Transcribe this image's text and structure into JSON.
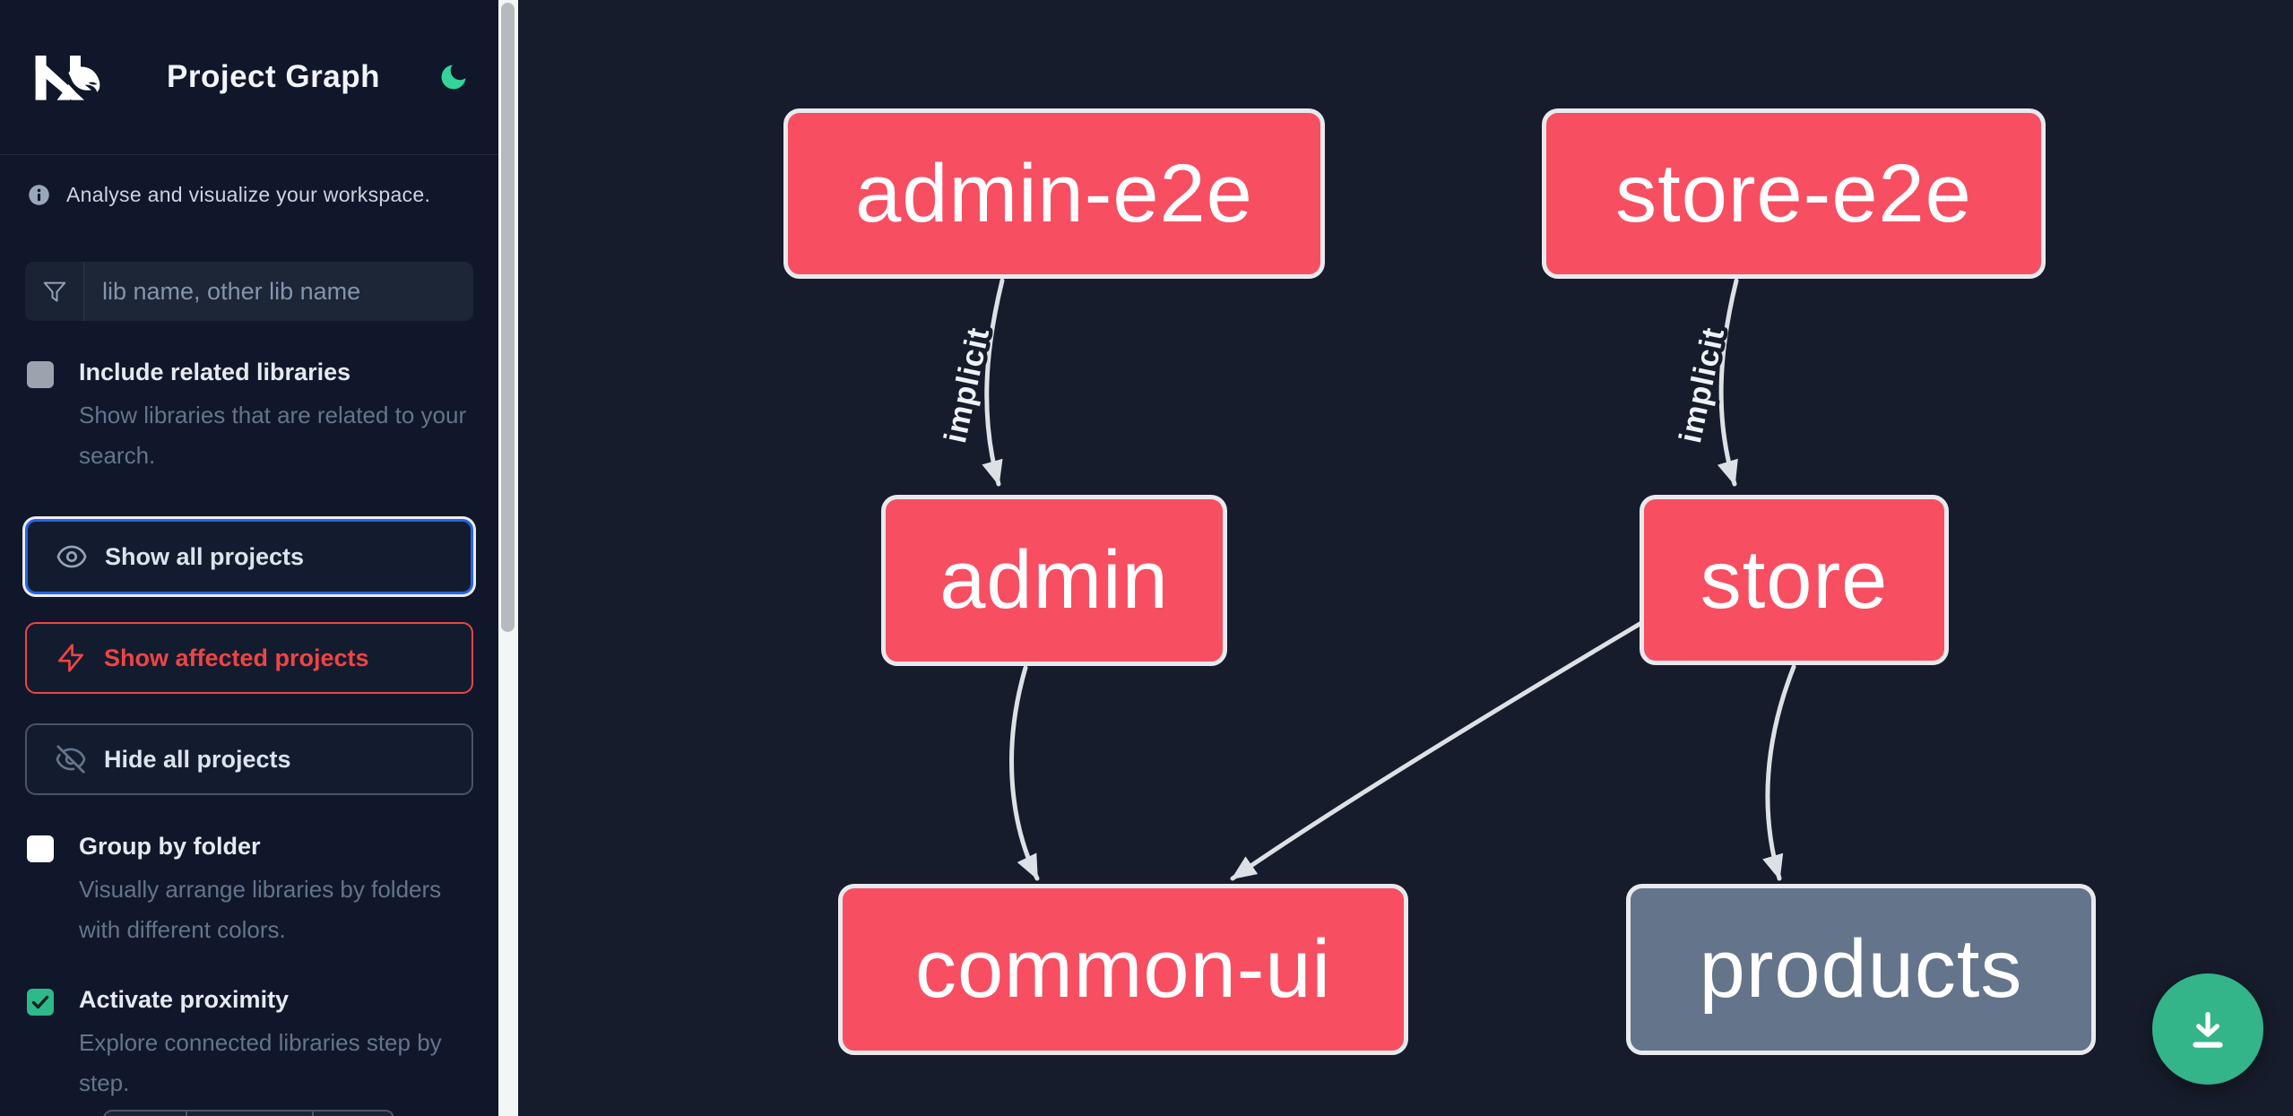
{
  "app": {
    "title": "Project Graph"
  },
  "header": {
    "logo": "nx-logo",
    "theme_icon": "moon-icon"
  },
  "sidebar": {
    "tagline": "Analyse and visualize your workspace.",
    "tagline_icon": "info-icon",
    "search": {
      "icon": "funnel-icon",
      "placeholder": "lib name, other lib name",
      "value": ""
    },
    "options": [
      {
        "label": "Include related libraries",
        "description": "Show libraries that are related to your search.",
        "checked": false,
        "style": "gray"
      },
      {
        "label": "Group by folder",
        "description": "Visually arrange libraries by folders with different colors.",
        "checked": false,
        "style": "white"
      },
      {
        "label": "Activate proximity",
        "description": "Explore connected libraries step by step.",
        "checked": true,
        "style": "green"
      }
    ],
    "buttons": [
      {
        "label": "Show all projects",
        "icon": "eye-icon",
        "state": "focused"
      },
      {
        "label": "Show affected projects",
        "icon": "bolt-icon",
        "state": "affected"
      },
      {
        "label": "Hide all projects",
        "icon": "eye-slash-icon",
        "state": "default"
      }
    ]
  },
  "graph": {
    "nodes": [
      {
        "id": "admin-e2e",
        "label": "admin-e2e",
        "highlighted": true
      },
      {
        "id": "store-e2e",
        "label": "store-e2e",
        "highlighted": true
      },
      {
        "id": "admin",
        "label": "admin",
        "highlighted": true
      },
      {
        "id": "store",
        "label": "store",
        "highlighted": true
      },
      {
        "id": "common-ui",
        "label": "common-ui",
        "highlighted": true
      },
      {
        "id": "products",
        "label": "products",
        "highlighted": false
      }
    ],
    "edges": [
      {
        "from": "admin-e2e",
        "to": "admin",
        "label": "implicit"
      },
      {
        "from": "store-e2e",
        "to": "store",
        "label": "implicit"
      },
      {
        "from": "admin",
        "to": "common-ui",
        "label": ""
      },
      {
        "from": "store",
        "to": "common-ui",
        "label": ""
      },
      {
        "from": "store",
        "to": "products",
        "label": ""
      }
    ]
  },
  "fab": {
    "icon": "download-icon"
  },
  "colors": {
    "sidebar_bg": "#10172a",
    "canvas_bg": "#161c2b",
    "node_highlighted": "#f84e62",
    "node_muted": "#64748b",
    "node_border": "#e8eaee",
    "edge": "#dde1e6",
    "accent_focus": "#2563eb",
    "affected_red": "#ef4444",
    "check_green": "#2eb98a",
    "moon_teal": "#34d399",
    "fab_green": "#34b489"
  }
}
